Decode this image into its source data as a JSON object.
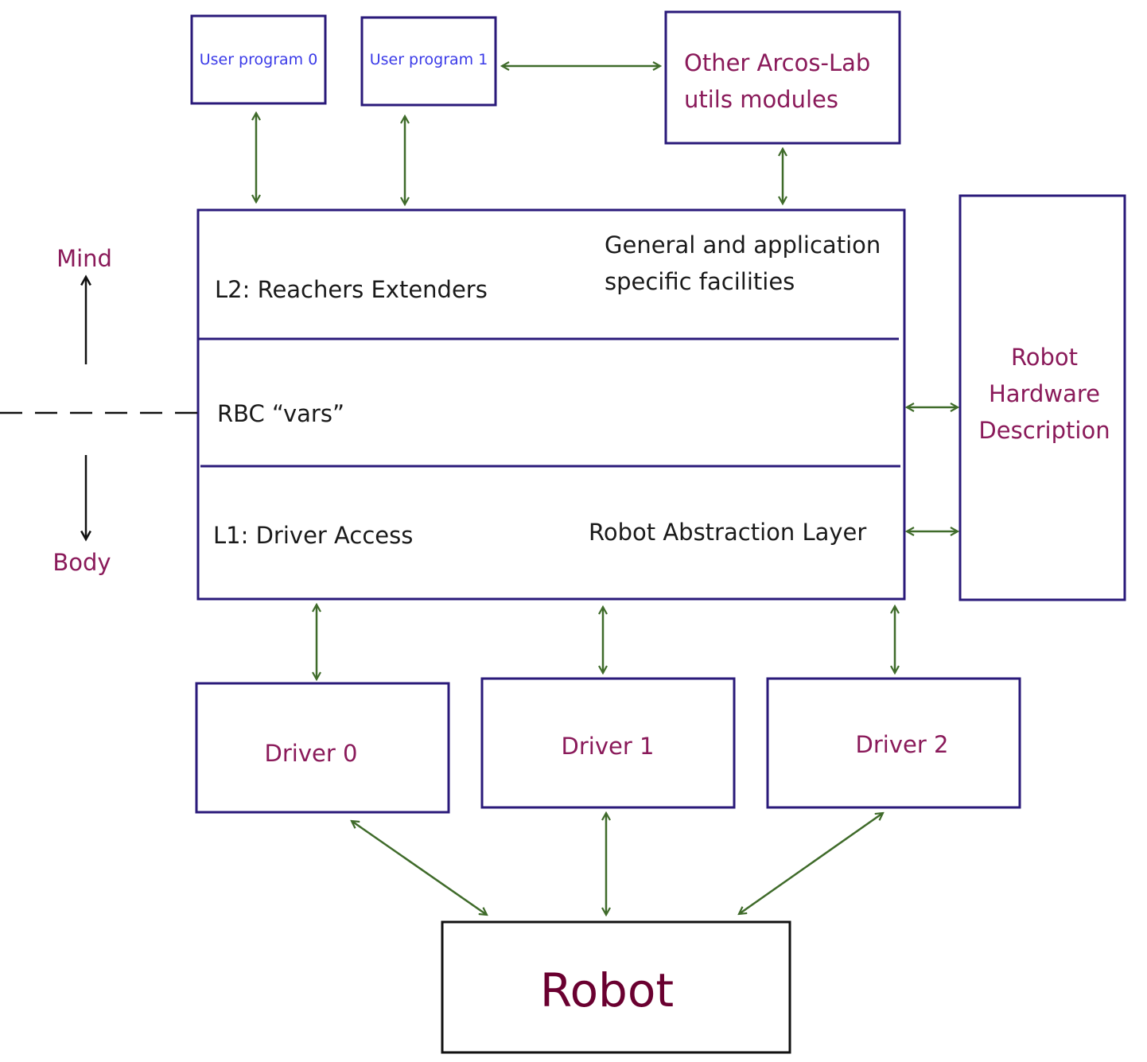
{
  "boxes": {
    "user_program_0": "User program 0",
    "user_program_1": "User program 1",
    "other_modules_line1": "Other Arcos-Lab",
    "other_modules_line2": "utils modules",
    "main": {
      "l2_label": "L2: Reachers Extenders",
      "l2_desc_line1": "General and application",
      "l2_desc_line2": "specific facilities",
      "rbc_label": "RBC “vars”",
      "l1_label": "L1: Driver Access",
      "l1_desc": "Robot Abstraction Layer"
    },
    "hardware_line1": "Robot",
    "hardware_line2": "Hardware",
    "hardware_line3": "Description",
    "driver_0": "Driver 0",
    "driver_1": "Driver 1",
    "driver_2": "Driver 2",
    "robot": "Robot"
  },
  "side_labels": {
    "mind": "Mind",
    "body": "Body"
  },
  "colors": {
    "box_stroke": "#2a1a7a",
    "arrow": "#3f6b2a",
    "blue_text": "#3a3ae8",
    "maroon_text": "#8a1a5a",
    "robot_text": "#6a0030"
  }
}
